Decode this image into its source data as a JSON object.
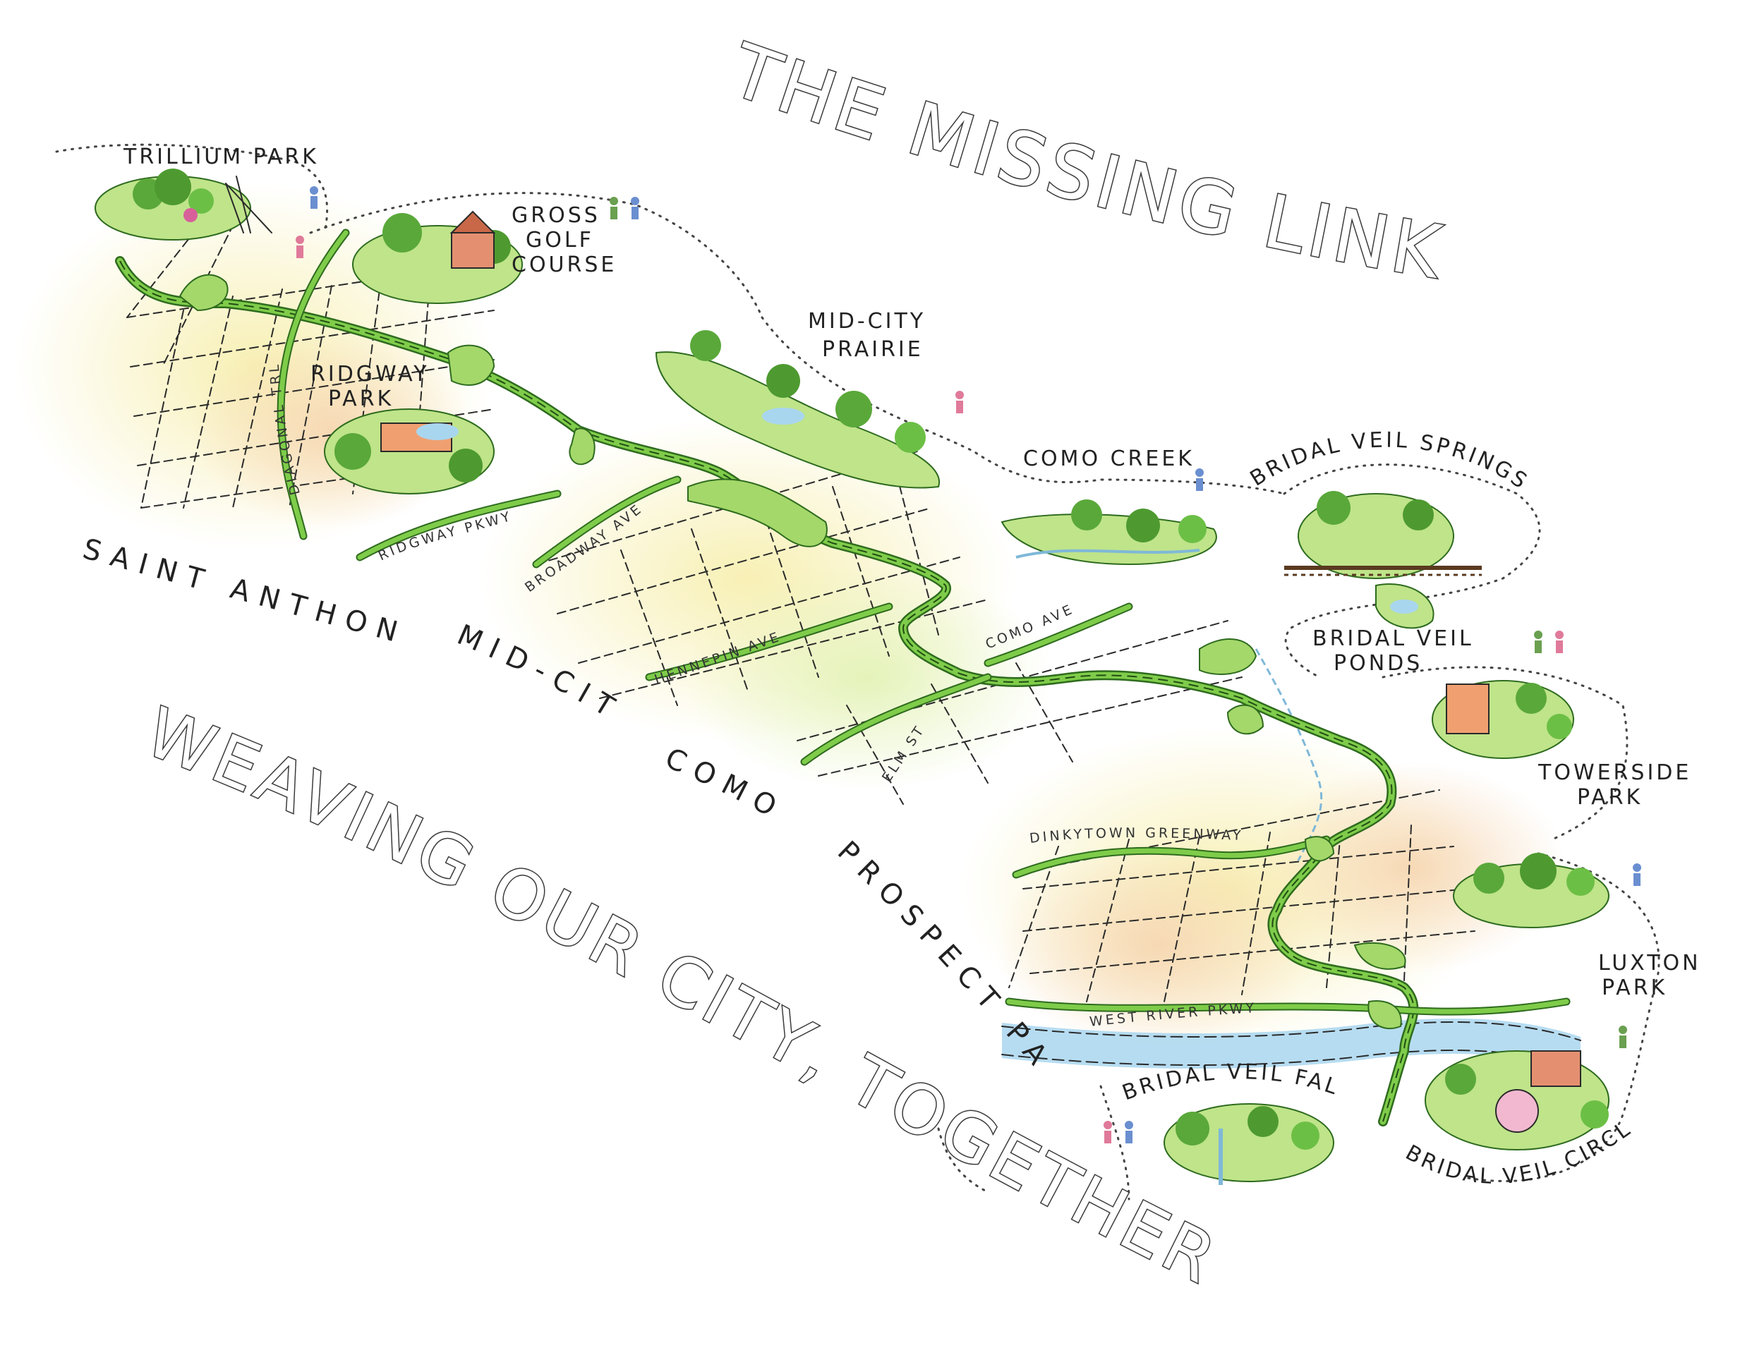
{
  "title": {
    "top": "THE MISSING LINK",
    "bottom": "WEAVING OUR CITY, TOGETHER"
  },
  "neighborhoods": {
    "saint_anthony": "SAINT ANTHONY",
    "mid_city": "MID-CITY",
    "como": "COMO",
    "prospect_park": "PROSPECT PARK"
  },
  "parks": {
    "trillium": "TRILLIUM PARK",
    "gross_golf_1": "GROSS",
    "gross_golf_2": "GOLF",
    "gross_golf_3": "COURSE",
    "ridgway_1": "RIDGWAY",
    "ridgway_2": "PARK",
    "prairie_1": "MID-CITY",
    "prairie_2": "PRAIRIE",
    "como_creek": "COMO CREEK",
    "bv_springs": "BRIDAL VEIL SPRINGS",
    "bv_ponds_1": "BRIDAL VEIL",
    "bv_ponds_2": "PONDS",
    "towerside_1": "TOWERSIDE",
    "towerside_2": "PARK",
    "luxton_1": "LUXTON",
    "luxton_2": "PARK",
    "bv_falls": "BRIDAL VEIL FALLS",
    "bv_circle": "BRIDAL VEIL CIRCLE"
  },
  "streets": {
    "diagonal": "DIAGONAL TRL",
    "ridgway_pkwy": "RIDGWAY PKWY",
    "broadway": "BROADWAY AVE",
    "hennepin": "HENNEPIN AVE",
    "como_ave": "COMO AVE",
    "elm": "ELM ST",
    "dinkytown": "DINKYTOWN GREENWAY",
    "west_river": "WEST RIVER PKWY"
  },
  "colors": {
    "greenway": "#6fbf3c",
    "greenway_dark": "#2e6b1e",
    "green_fill": "#bfe48a",
    "yellow_wash": "#f7efb0",
    "peach_wash": "#f6d5b0",
    "river": "#a9d6ef",
    "tree": "#5aa83a",
    "ink": "#2a2a2a"
  }
}
